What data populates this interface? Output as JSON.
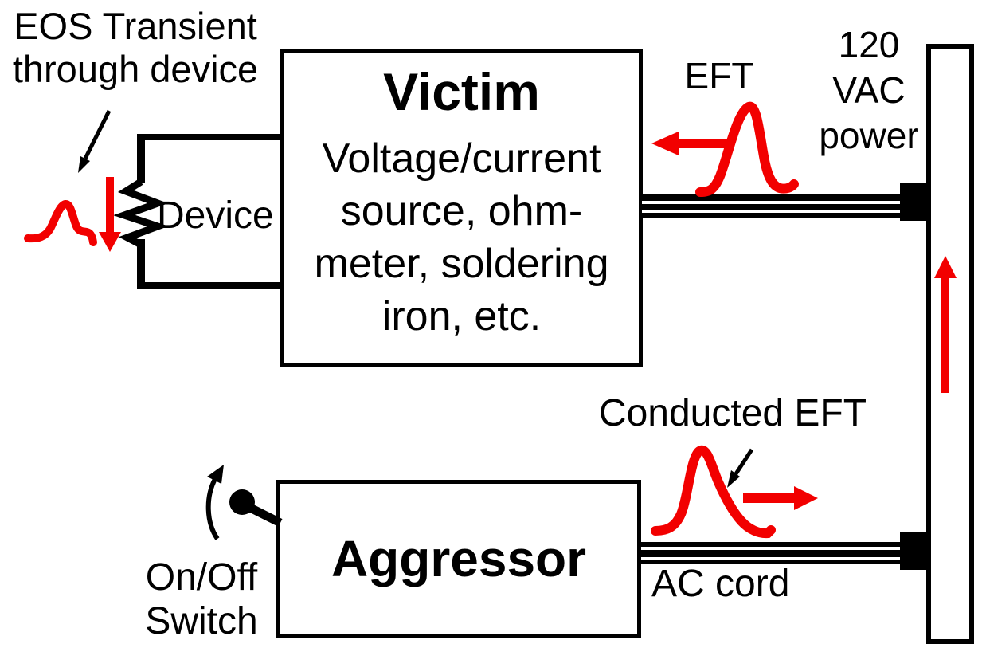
{
  "colors": {
    "pulse_red": "#f20000",
    "line_black": "#000000",
    "background": "#ffffff"
  },
  "eos_callout": {
    "line1": "EOS Transient",
    "line2": "through device"
  },
  "device": {
    "label": "Device"
  },
  "victim": {
    "title": "Victim",
    "body": [
      "Voltage/current",
      "source, ohm-",
      "meter, soldering",
      "iron, etc."
    ]
  },
  "eft": {
    "label": "EFT"
  },
  "power": {
    "line1": "120",
    "line2": "VAC",
    "line3": "power"
  },
  "conducted_eft": {
    "label": "Conducted EFT"
  },
  "aggressor": {
    "title": "Aggressor"
  },
  "ac_cord": {
    "label": "AC cord"
  },
  "switch": {
    "line1": "On/Off",
    "line2": "Switch"
  }
}
